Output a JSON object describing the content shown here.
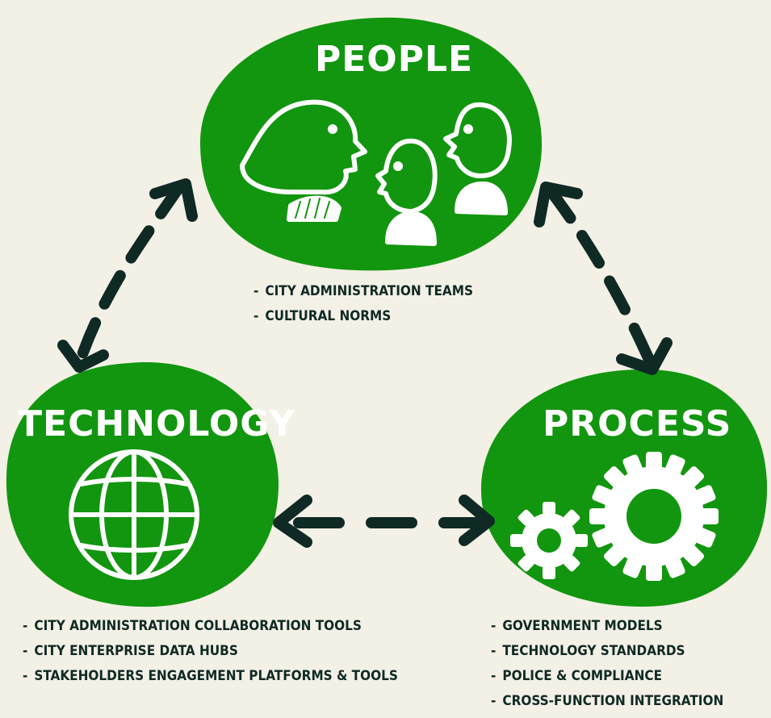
{
  "colors": {
    "background": "#f3f0e6",
    "node_fill": "#12960f",
    "arrow": "#0f2a24",
    "text_dark": "#0f2a24",
    "icon": "#ffffff"
  },
  "nodes": {
    "people": {
      "title": "PEOPLE",
      "icon": "people-icon",
      "items": [
        "CITY ADMINISTRATION TEAMS",
        "CULTURAL NORMS"
      ]
    },
    "technology": {
      "title": "TECHNOLOGY",
      "icon": "globe-icon",
      "items": [
        "CITY ADMINISTRATION COLLABORATION TOOLS",
        "CITY ENTERPRISE DATA HUBS",
        "STAKEHOLDERS ENGAGEMENT PLATFORMS & TOOLS"
      ]
    },
    "process": {
      "title": "PROCESS",
      "icon": "gears-icon",
      "items": [
        "GOVERNMENT MODELS",
        "TECHNOLOGY STANDARDS",
        "POLICE & COMPLIANCE",
        "CROSS-FUNCTION INTEGRATION"
      ]
    }
  },
  "connections": [
    {
      "from": "people",
      "to": "technology",
      "style": "dashed",
      "direction": "both"
    },
    {
      "from": "people",
      "to": "process",
      "style": "dashed",
      "direction": "both"
    },
    {
      "from": "technology",
      "to": "process",
      "style": "dashed",
      "direction": "both"
    }
  ]
}
